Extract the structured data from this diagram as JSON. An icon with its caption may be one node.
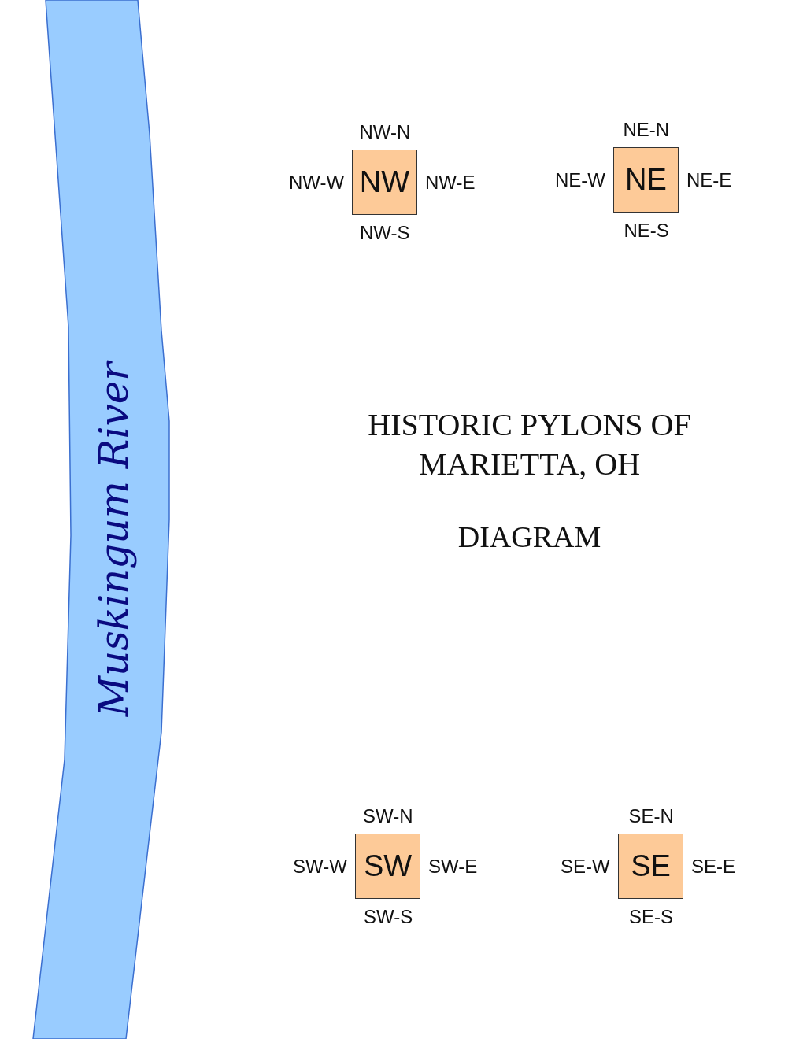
{
  "diagram": {
    "title": "HISTORIC PYLONS OF MARIETTA, OH",
    "nodes": [
      {
        "text": [
          "Muskingum River"
        ]
      },
      {
        "text": [
          "NW"
        ],
        "beside": [
          "NW-N",
          "NW-W",
          "NW-E",
          "NW-S"
        ]
      },
      {
        "text": [
          "NE"
        ],
        "beside": [
          "NE-N",
          "NE-W",
          "NE-E",
          "NE-S"
        ]
      },
      {
        "text": [
          "SW"
        ],
        "beside": [
          "SW-N",
          "SW-W",
          "SW-E",
          "SW-S"
        ]
      },
      {
        "text": [
          "SE"
        ],
        "beside": [
          "SE-N",
          "SE-W",
          "SE-E",
          "SE-S"
        ]
      }
    ],
    "labels": [
      "DIAGRAM"
    ]
  }
}
